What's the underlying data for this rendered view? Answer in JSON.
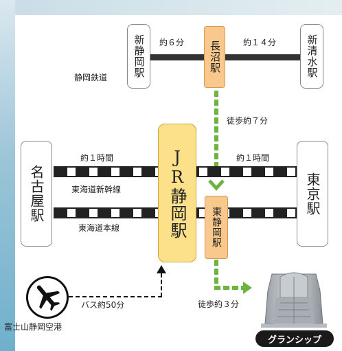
{
  "stations": {
    "shin_shizuoka": "新静岡駅",
    "naganuma": "長沼駅",
    "shin_shimizu": "新清水駅",
    "nagoya": "名古屋駅",
    "jr_shizuoka": "JR静岡駅",
    "tokyo": "東京駅",
    "higashi_shizuoka": "東静岡駅"
  },
  "lines": {
    "shizuoka_railway": "静岡鉄道",
    "tokaido_shinkansen": "東海道新幹線",
    "tokaido_main": "東海道本線"
  },
  "times": {
    "shin_shizuoka_to_naganuma": "約６分",
    "naganuma_to_shin_shimizu": "約１４分",
    "walk_naganuma": "徒歩約７分",
    "nagoya_time": "約１時間",
    "tokyo_time": "約１時間",
    "bus_time": "バス約50分",
    "walk_granship": "徒歩約３分"
  },
  "airport": {
    "label": "富士山静岡空港"
  },
  "destination": {
    "label": "グランシップ"
  },
  "colors": {
    "walk_path": "#6db33f",
    "jr_station_fill": "#fde08a",
    "local_station_fill": "#f8c88c"
  }
}
